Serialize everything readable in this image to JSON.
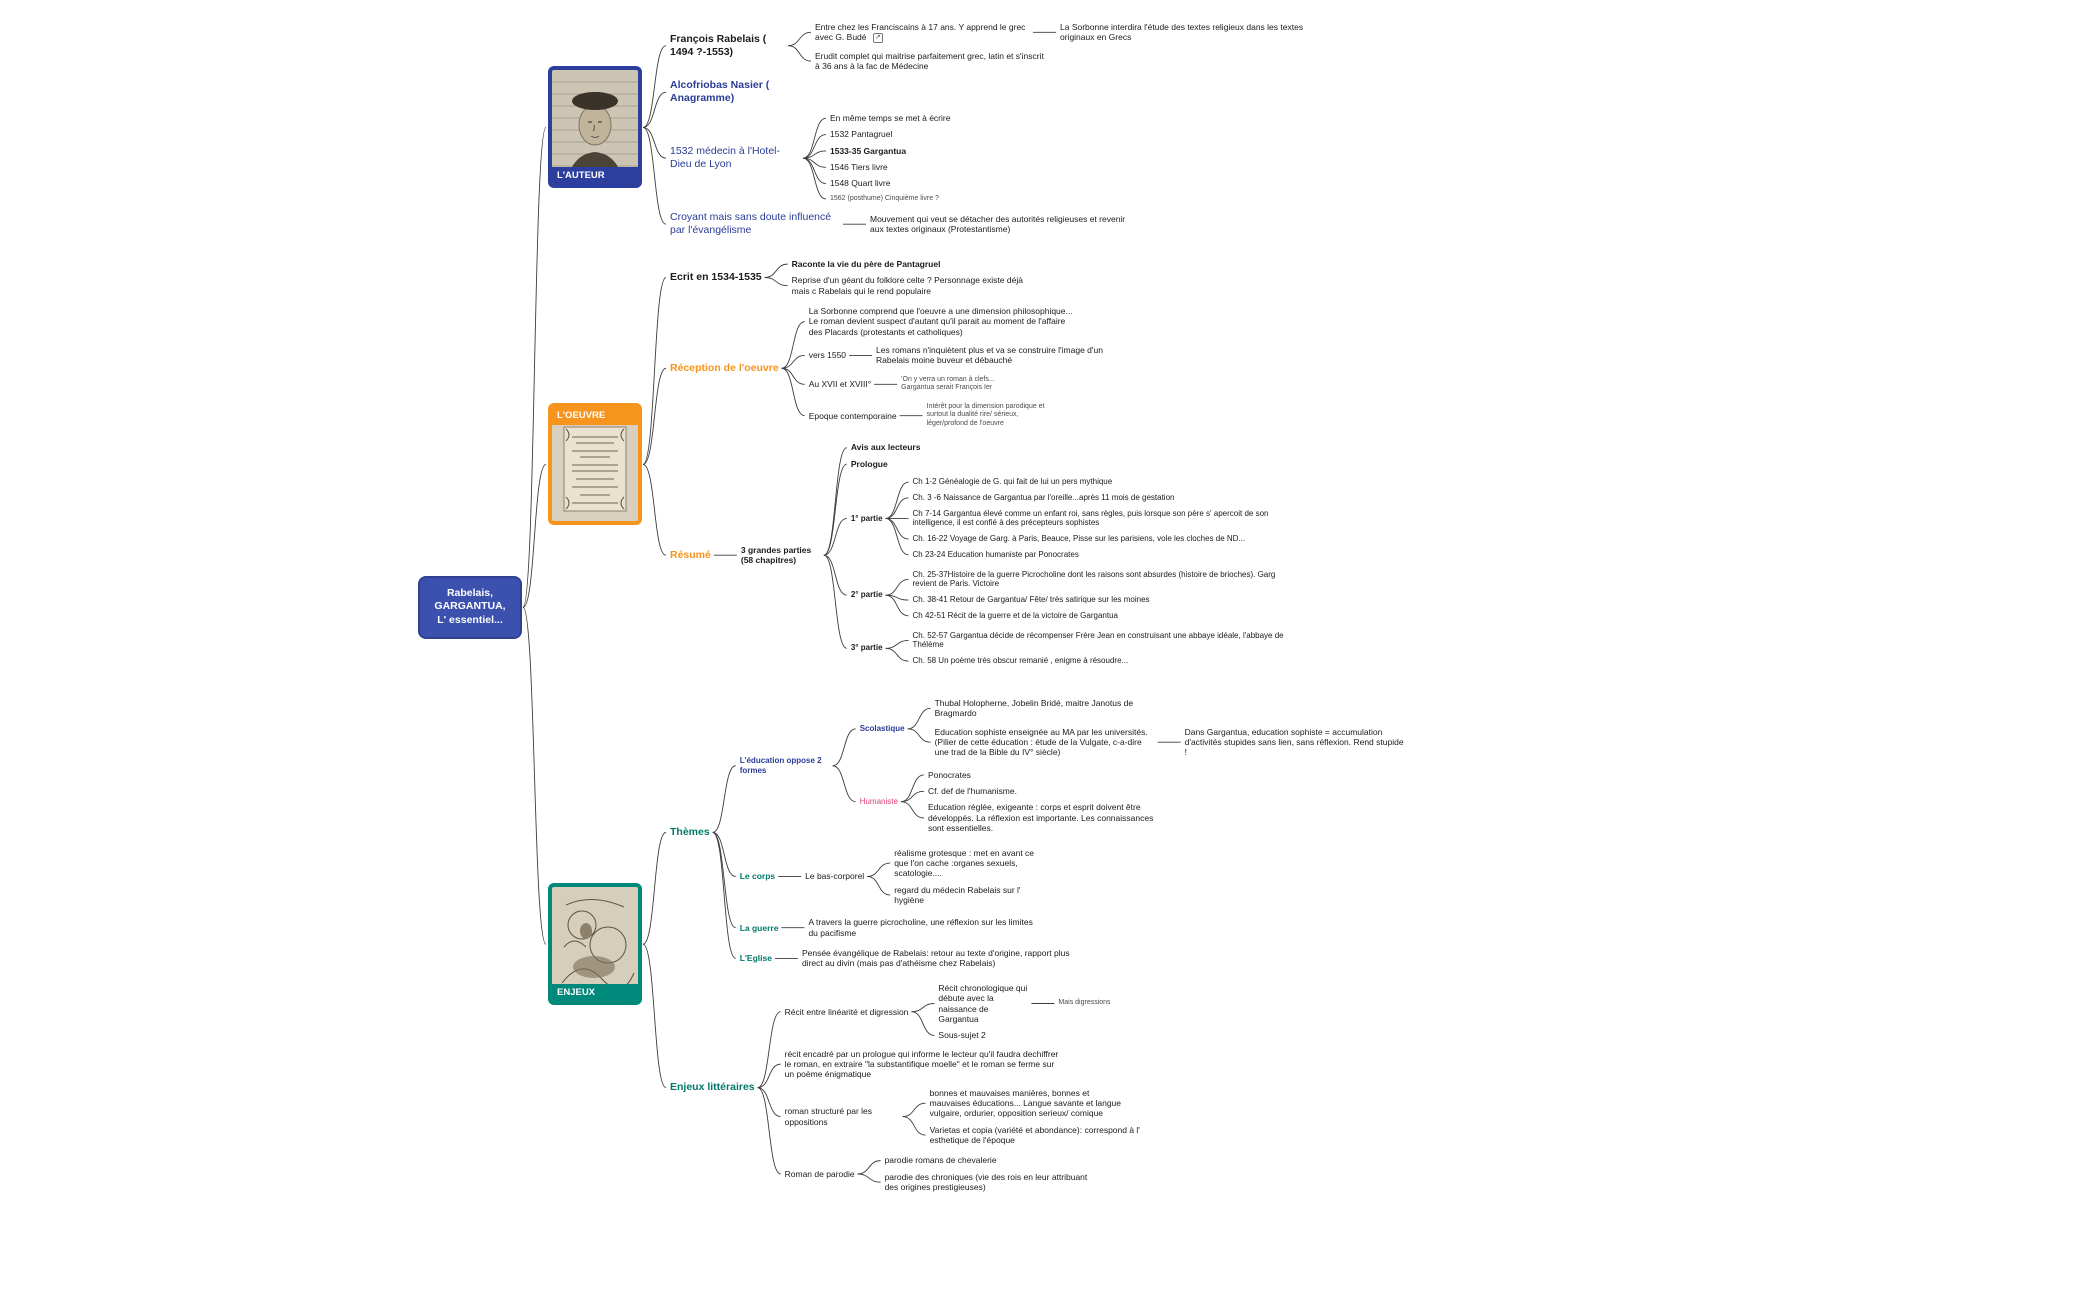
{
  "root": {
    "label": "Rabelais, GARGANTUA, L' essentiel..."
  },
  "icons": {
    "external_link": "↗"
  },
  "colors": {
    "root_blue": "#3c50ae",
    "auteur_frame_blue": "#2d3f9e",
    "oeuvre_frame_orange": "#f7941d",
    "enjeux_frame_teal": "#00897b",
    "blue_text": "#2b3c97",
    "orange_text": "#f7941d",
    "teal_text": "#00796b",
    "pink_text": "#e2417c"
  },
  "auteur": {
    "caption": "L'AUTEUR",
    "nodes": {
      "rabelais": "François Rabelais ( 1494 ?-1553)",
      "franciscains": "Entre chez les Franciscains à 17 ans. Y apprend le grec avec G. Budé",
      "sorbonne": "La Sorbonne interdira l'étude des textes religieux dans les textes originaux en Grecs",
      "erudit": "Erudit complet qui maitrise parfaitement grec, latin et s'inscrit à 36 ans à la fac de Médecine",
      "anagramme": "Alcofriobas Nasier ( Anagramme)",
      "medecin": "1532 médecin à l'Hotel-Dieu de Lyon",
      "ecrire": "En même temps se met à écrire",
      "pantagruel": "1532 Pantagruel",
      "gargantua": "1533-35 Gargantua",
      "tiers": "1546 Tiers livre",
      "quart": "1548 Quart livre",
      "cinquieme": "1562 (posthume) Cinquième livre ?",
      "croyant": "Croyant mais sans doute influencé par l'évangélisme",
      "evangelisme": "Mouvement qui veut se détacher des autorités religieuses et revenir aux textes originaux (Protestantisme)"
    }
  },
  "oeuvre": {
    "caption": "L'OEUVRE",
    "nodes": {
      "ecrit": "Ecrit en 1534-1535",
      "raconte": "Raconte la vie du père de Pantagruel",
      "reprise": "Reprise d'un géant du folklore celte ? Personnage existe déjà mais c Rabelais qui le rend populaire",
      "reception": "Réception de l'oeuvre",
      "sorbonne_comprend": "La Sorbonne comprend que l'oeuvre a une dimension philosophique...  Le roman devient suspect d'autant qu'il parait au moment de l'affaire des Placards (protestants et catholiques)",
      "vers1550": "vers 1550",
      "romans": "Les romans n'inquiètent plus et va se construire l'image d'un Rabelais moine buveur et débauché",
      "xvii": "Au XVII et XVIII°",
      "clefs": "'On y verra un roman à clefs... Gargantua serait François Ier",
      "epoque": "Epoque contemporaine",
      "interet": "Intérêt pour la dimension parodique et surtout la dualité rire/ sérieux, léger/profond de l'oeuvre",
      "resume": "Résumé",
      "parties": "3 grandes parties (58 chapitres)",
      "avis": "Avis aux lecteurs",
      "prologue": "Prologue",
      "p1": "1° partie",
      "p1a": "Ch 1-2 Généalogie de G. qui fait de lui un pers mythique",
      "p1b": "Ch. 3 -6 Naissance de Gargantua par l'oreille...après 11 mois de gestation",
      "p1c": "Ch 7-14 Gargantua  élevé comme un enfant roi, sans règles, puis lorsque son père s' apercoit de son intelligence, il est confié à des précepteurs sophistes",
      "p1d": "Ch. 16-22 Voyage de Garg. à Paris, Beauce, Pisse sur les parisiens, vole les cloches de ND...",
      "p1e": "Ch 23-24 Education humaniste par Ponocrates",
      "p2": "2° partie",
      "p2a": "Ch. 25-37Histoire de la guerre Picrocholine dont les raisons sont absurdes (histoire de brioches). Garg revient de Paris. Victoire",
      "p2b": "Ch. 38-41 Retour de Gargantua/ Fête/ très satirique sur les moines",
      "p2c": "Ch 42-51 Récit de la guerre et de la victoire de Gargantua",
      "p3": "3° partie",
      "p3a": "Ch. 52-57  Gargantua décide de récompenser Frère Jean en construisant une abbaye idéale, l'abbaye de Thélème",
      "p3b": "Ch. 58 Un poème très obscur remanié , enigme à résoudre..."
    }
  },
  "enjeux": {
    "caption": "ENJEUX",
    "nodes": {
      "themes": "Thèmes",
      "education": "L'éducation oppose 2 formes",
      "scolastique": "Scolastique",
      "thubal": "Thubal Holopherne, Jobelin Bridé, maitre Janotus de Bragmardo",
      "sophiste": "Education sophiste enseignée au MA par les universités. (Pilier de cette éducation : étude de la Vulgate, c-a-dire une trad de la Bible du IV° siècle)",
      "stupide": "Dans Gargantua, education sophiste = accumulation d'activités stupides sans lien, sans réflexion. Rend stupide !",
      "humaniste": "Humaniste",
      "ponocrates": "Ponocrates",
      "cfdef": "Cf. def de l'humanisme.",
      "reglee": "Education réglée, exigeante : corps et esprit doivent être développés. La réflexion est importante. Les connaissances sont essentielles.",
      "corps": "Le corps",
      "bascorporel": "Le bas-corporel",
      "grotesque": "réalisme grotesque : met en avant ce que l'on cache :organes sexuels, scatologie....",
      "hygiene": "regard du médecin Rabelais sur l' hygiène",
      "guerre": "La guerre",
      "picrocholine": "A travers la guerre picrocholine, une réflexion sur les limites du pacifisme",
      "eglise": "L'Eglise",
      "evangelique": "Pensée évangélique de Rabelais: retour au texte d'origine, rapport plus direct au divin (mais pas d'athéisme chez Rabelais)",
      "litteraires": "Enjeux littéraires",
      "linearite": "Récit entre linéarité et digression",
      "chronologique": "Récit chronologique qui débute avec la naissance de Gargantua",
      "digressions": "Mais digressions",
      "soussujet": "Sous-sujet 2",
      "encadre": "récit encadré par un prologue qui informe le lecteur qu'il faudra dechiffrer le roman, en extraire \"la substantifique moelle\" et le roman se ferme sur un poème énigmatique",
      "oppositions": "roman structuré par les oppositions",
      "manieres": "bonnes et mauvaises manières, bonnes et mauvaises éducations...  Langue savante et langue vulgaire, ordurier, opposition serieux/ comique",
      "varietas": "Varietas  et copia (variété et abondance): correspond à l' esthetique de l'époque",
      "parodie": "Roman de parodie",
      "chevalerie": "parodie romans de chevalerie",
      "chroniques": "parodie des chroniques (vie des rois en leur attribuant des origines prestigieuses)"
    }
  }
}
